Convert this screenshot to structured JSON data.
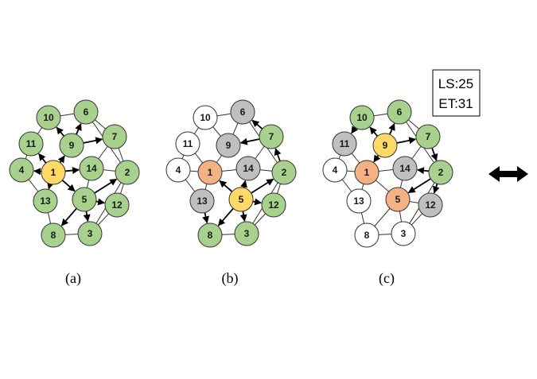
{
  "palette": {
    "green": "#a9d18e",
    "yellow": "#ffd966",
    "orange": "#f4b183",
    "gray": "#bfbfbf",
    "white": "#ffffff",
    "stroke": "#333333"
  },
  "info_box": {
    "line1": "LS:25",
    "line2": "ET:31"
  },
  "arrow_icon": "double-headed-arrow",
  "graphs": [
    {
      "caption": "(a)",
      "colors": {
        "1": "yellow",
        "2": "green",
        "3": "green",
        "4": "green",
        "5": "green",
        "6": "green",
        "7": "green",
        "8": "green",
        "9": "green",
        "10": "green",
        "11": "green",
        "12": "green",
        "13": "green",
        "14": "green"
      },
      "arrows": [
        [
          1,
          11
        ],
        [
          1,
          9
        ],
        [
          1,
          14
        ],
        [
          1,
          13
        ],
        [
          1,
          5
        ],
        [
          1,
          4
        ],
        [
          9,
          10
        ],
        [
          9,
          6
        ],
        [
          9,
          7
        ],
        [
          5,
          2
        ],
        [
          5,
          12
        ],
        [
          5,
          8
        ],
        [
          5,
          3
        ]
      ]
    },
    {
      "caption": "(b)",
      "colors": {
        "1": "orange",
        "2": "green",
        "3": "green",
        "4": "white",
        "5": "yellow",
        "6": "gray",
        "7": "green",
        "8": "green",
        "9": "gray",
        "10": "white",
        "11": "white",
        "12": "green",
        "13": "gray",
        "14": "gray"
      },
      "arrows": [
        [
          5,
          1
        ],
        [
          5,
          14
        ],
        [
          5,
          2
        ],
        [
          5,
          12
        ],
        [
          5,
          8
        ],
        [
          5,
          3
        ],
        [
          13,
          8
        ],
        [
          7,
          9
        ],
        [
          2,
          7
        ],
        [
          7,
          6
        ]
      ]
    },
    {
      "caption": "(c)",
      "colors": {
        "1": "orange",
        "2": "green",
        "3": "white",
        "4": "white",
        "5": "orange",
        "6": "green",
        "7": "green",
        "8": "white",
        "9": "yellow",
        "10": "green",
        "11": "gray",
        "12": "gray",
        "13": "white",
        "14": "gray"
      },
      "arrows": [
        [
          9,
          10
        ],
        [
          9,
          6
        ],
        [
          9,
          7
        ],
        [
          9,
          1
        ],
        [
          10,
          11
        ],
        [
          7,
          2
        ],
        [
          2,
          14
        ],
        [
          2,
          5
        ],
        [
          2,
          12
        ]
      ]
    }
  ]
}
